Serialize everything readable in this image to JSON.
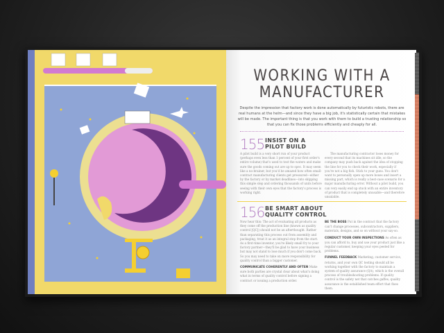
{
  "page": {
    "title_line1": "WORKING WITH A",
    "title_line2": "MANUFACTURER",
    "intro": "Despite the impression that factory work is done automatically by futuristic robots, there are real humans at the helm—and since they have a big job, it's statistically certain that mistakes will be made. The important thing is that you work with them to build a trusting relationship so that you can fix those problems efficiently and cheaply for all.",
    "sections": [
      {
        "number": "155",
        "heading_line1": "INSIST ON A",
        "heading_line2": "PILOT BUILD",
        "col1": "A pilot build is a very short run of your product (perhaps even less than 1 percent of your first order's entire volume) that's used to test the waters and make sure the goods coming out are up to spec. It may seem like a no-brainer, but you'd be amazed how often small-contract manufacturing clients get pressured—either by the factory or by market deadlines—into skipping this simple step and ordering thousands of units before seeing with their own eyes that the factory's process is working right.",
        "col2": "The manufacturing contractor loses money for every second that its machines sit idle, so the company may push back against the idea of stopping the line for you to check their work, especially if you're not a big fish. Stick to your guns. You don't want to personally open up more boxes and insert a missing part, which is really a best-case scenario for a major manufacturing error. Without a pilot build, you can very easily end up stuck with an entire inventory of product that is completely unusable—and therefore unsalable."
      },
      {
        "number": "156",
        "heading_line1": "BE SMART ABOUT",
        "heading_line2": "QUALITY CONTROL",
        "col1_intro": "Now hear this: The act of evaluating all products as they come off the production line (known as quality control [QC]) should not be an afterthought. Rather than separating this process out from assembly and packaging, treat it as an integral step from the start. As a first-time inventor, you're likely small fry to your factory partner—they'll be glad to have your business but may not stand to lose much if you don't come back. So you may need to take on more responsibility for quality control than a bigger customer.",
        "tips": [
          {
            "label": "COMMUNICATE COHERENTLY AND OFTEN",
            "text": "Make sure both parties are crystal clear about what's doing what in terms of quality control before signing a contract or issuing a production order."
          },
          {
            "label": "BE THE BOSS",
            "text": "Put in the contract that the factory can't change processes, subcontractors, suppliers, materials, designs, and so on without your say-so."
          },
          {
            "label": "CONDUCT YOUR OWN INSPECTIONS",
            "text": "As often as you can afford to, buy and use your product just like a regular customer, keeping your eyes peeled for problems."
          },
          {
            "label": "FUNNEL FEEDBACK",
            "text": "Marketing, customer service, returns, and your own QC testing should all be working together with the factory to maintain a system of quality assurance (QA), which is the overall process of troubleshooting problems. If quality control is the safety net that catches gaffes, quality assurance is the established team effort that fixes them."
          }
        ]
      }
    ]
  },
  "colors": {
    "accent_purple": "#b07ac0",
    "rule_yellow": "#f0d24a",
    "illustration_yellow": "#f1d96a",
    "illustration_blue": "#8fa5d6",
    "globe_purple": "#6e3582",
    "globe_pink": "#e29ad6"
  }
}
